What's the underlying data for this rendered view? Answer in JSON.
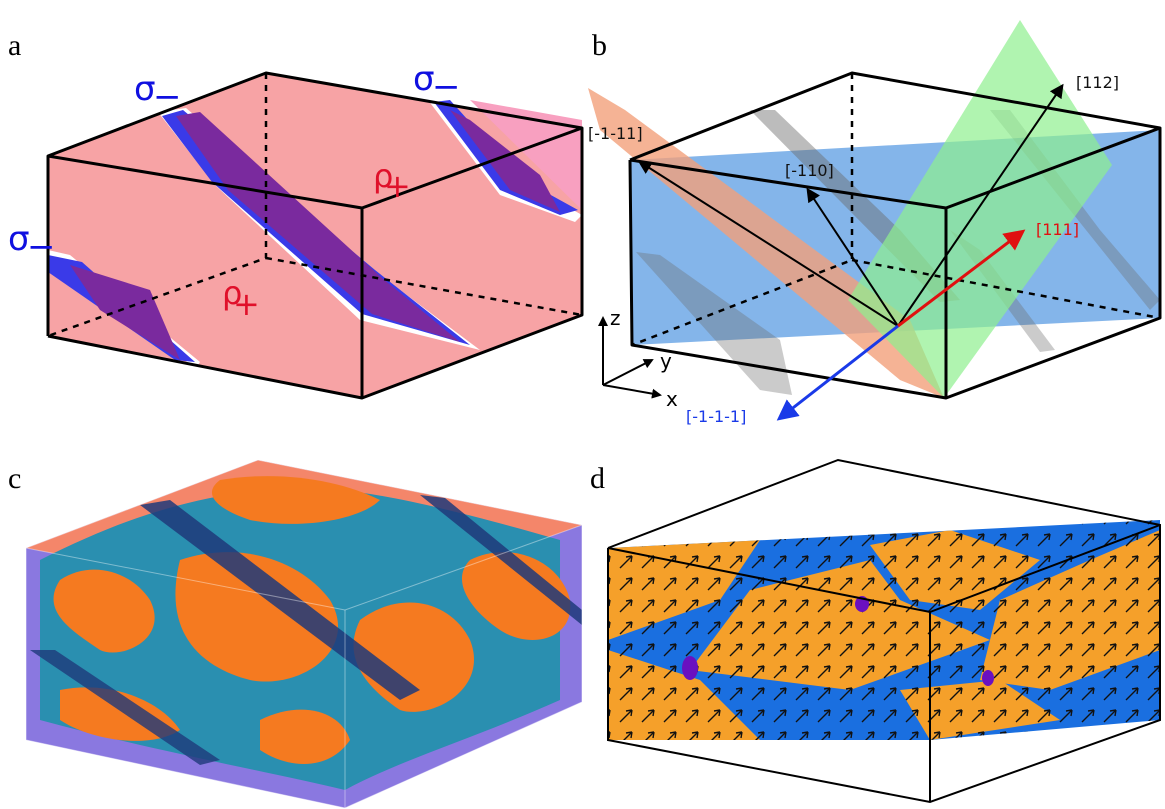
{
  "panels": {
    "a": {
      "label": "a",
      "sigma_labels": [
        "σ",
        "σ",
        "σ"
      ],
      "sigma_sub": "−",
      "rho_labels": [
        "ρ",
        "ρ"
      ],
      "rho_sub": "+",
      "colors": {
        "domain_rho_plus": "#f7a3a5",
        "domain_sigma_minus": "#7a2a9e",
        "wall": "#3a3ae8"
      }
    },
    "b": {
      "label": "b",
      "vectors": [
        "[-1-11]",
        "[-110]",
        "[112]",
        "[111]",
        "[-1-1-1]"
      ],
      "axes": [
        "z",
        "y",
        "x"
      ],
      "colors": {
        "plane_blue": "#6fa8e6",
        "plane_orange": "#f2a07a",
        "plane_green": "#8ef08e",
        "vec_111": "#e01010",
        "vec_m1m1m1": "#1a3ae8"
      }
    },
    "c": {
      "label": "c",
      "colors": {
        "orange": "#f57a20",
        "teal": "#2a8fb0",
        "violet": "#8a78e0"
      }
    },
    "d": {
      "label": "d",
      "colors": {
        "orange": "#f5a02a",
        "blue": "#1a6fe0"
      }
    }
  }
}
